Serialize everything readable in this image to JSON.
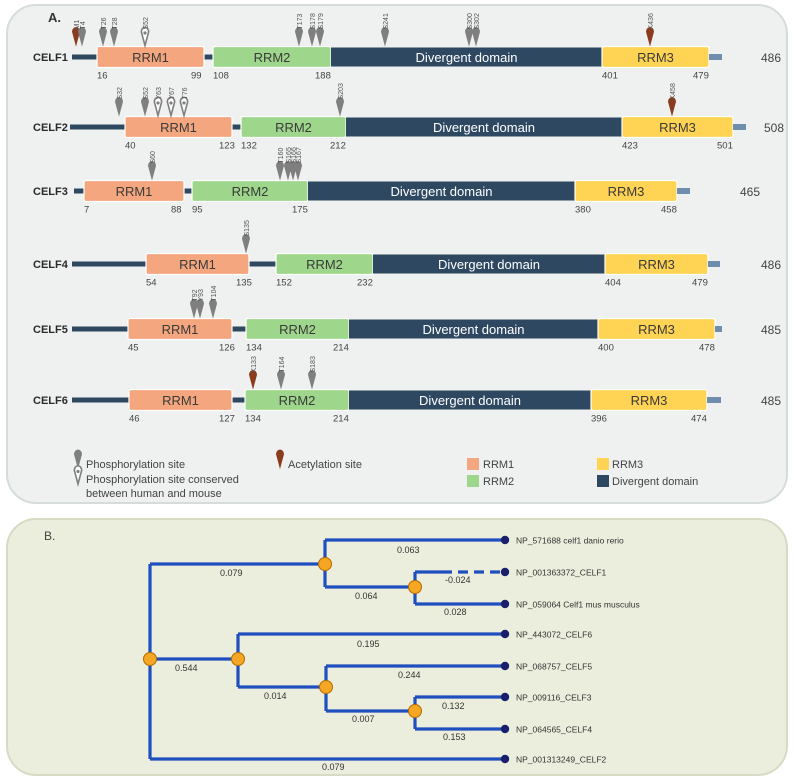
{
  "panelA": {
    "label": "A.",
    "domain_names": {
      "rrm1": "RRM1",
      "rrm2": "RRM2",
      "divergent": "Divergent domain",
      "rrm3": "RRM3"
    },
    "colors": {
      "rrm1": "#f4a67e",
      "rrm2": "#9ed78b",
      "divergent": "#2e4862",
      "rrm3": "#ffd454",
      "linker": "#2e4862",
      "tail": "#6f8daf",
      "phospho": "#7f7f7f",
      "acetyl": "#8b3b1e"
    },
    "proteins": [
      {
        "name": "CELF1",
        "length": "486",
        "domains": {
          "rrm1": [
            "16",
            "99"
          ],
          "rrm2": [
            "108",
            "188"
          ],
          "rrm3": [
            "401",
            "479"
          ]
        },
        "sites": [
          {
            "label": "M1",
            "type": "acetyl"
          },
          {
            "label": "T4",
            "type": "phospho"
          },
          {
            "label": "T26",
            "type": "phospho"
          },
          {
            "label": "T28",
            "type": "phospho"
          },
          {
            "label": "S52",
            "type": "conserved"
          },
          {
            "label": "T173",
            "type": "phospho"
          },
          {
            "label": "S178",
            "type": "phospho"
          },
          {
            "label": "S179",
            "type": "phospho"
          },
          {
            "label": "S241",
            "type": "phospho"
          },
          {
            "label": "S300",
            "type": "phospho"
          },
          {
            "label": "S302",
            "type": "phospho"
          },
          {
            "label": "K436",
            "type": "acetyl"
          }
        ]
      },
      {
        "name": "CELF2",
        "length": "508",
        "domains": {
          "rrm1": [
            "40",
            "123"
          ],
          "rrm2": [
            "132",
            "212"
          ],
          "rrm3": [
            "423",
            "501"
          ]
        },
        "sites": [
          {
            "label": "S32",
            "type": "phospho"
          },
          {
            "label": "S52",
            "type": "phospho"
          },
          {
            "label": "Y63",
            "type": "conserved"
          },
          {
            "label": "Y67",
            "type": "conserved"
          },
          {
            "label": "T76",
            "type": "conserved"
          },
          {
            "label": "S203",
            "type": "phospho"
          },
          {
            "label": "K458",
            "type": "acetyl"
          }
        ]
      },
      {
        "name": "CELF3",
        "length": "465",
        "domains": {
          "rrm1": [
            "7",
            "88"
          ],
          "rrm2": [
            "95",
            "175"
          ],
          "rrm3": [
            "380",
            "458"
          ]
        },
        "sites": [
          {
            "label": "S60",
            "type": "phospho"
          },
          {
            "label": "T160",
            "type": "phospho"
          },
          {
            "label": "S165",
            "type": "phospho"
          },
          {
            "label": "S166",
            "type": "phospho"
          },
          {
            "label": "S167",
            "type": "phospho"
          }
        ]
      },
      {
        "name": "CELF4",
        "length": "486",
        "domains": {
          "rrm1": [
            "54",
            "135"
          ],
          "rrm2": [
            "152",
            "232"
          ],
          "rrm3": [
            "404",
            "479"
          ]
        },
        "sites": [
          {
            "label": "S135",
            "type": "phospho"
          }
        ]
      },
      {
        "name": "CELF5",
        "length": "485",
        "domains": {
          "rrm1": [
            "45",
            "126"
          ],
          "rrm2": [
            "134",
            "214"
          ],
          "rrm3": [
            "400",
            "478"
          ]
        },
        "sites": [
          {
            "label": "T92",
            "type": "phospho"
          },
          {
            "label": "Y93",
            "type": "phospho"
          },
          {
            "label": "T104",
            "type": "phospho"
          }
        ]
      },
      {
        "name": "CELF6",
        "length": "485",
        "domains": {
          "rrm1": [
            "46",
            "127"
          ],
          "rrm2": [
            "134",
            "214"
          ],
          "rrm3": [
            "396",
            "474"
          ]
        },
        "sites": [
          {
            "label": "K133",
            "type": "acetyl"
          },
          {
            "label": "T164",
            "type": "phospho"
          },
          {
            "label": "S183",
            "type": "phospho"
          }
        ]
      }
    ],
    "legend": {
      "phospho": "Phosphorylation site",
      "conserved_line1": "Phosphorylation site conserved",
      "conserved_line2": "between human and mouse",
      "acetyl": "Acetylation site",
      "rrm1": "RRM1",
      "rrm2": "RRM2",
      "rrm3": "RRM3",
      "divergent": "Divergent domain"
    }
  },
  "panelB": {
    "label": "B.",
    "colors": {
      "branch": "#1f4fbf",
      "internal_node": "#f5a623",
      "leaf_node": "#1b1f6b"
    },
    "leaves": [
      {
        "name": "NP_571688 celf1 danio rerio",
        "branch": "0.063"
      },
      {
        "name": "NP_001363372_CELF1",
        "branch": "-0.024"
      },
      {
        "name": "NP_059064 Celf1 mus musculus",
        "branch": "0.028"
      },
      {
        "name": "NP_443072_CELF6",
        "branch": "0.195"
      },
      {
        "name": "NP_068757_CELF5",
        "branch": "0.244"
      },
      {
        "name": "NP_009116_CELF3",
        "branch": "0.132"
      },
      {
        "name": "NP_064565_CELF4",
        "branch": "0.153"
      },
      {
        "name": "NP_001313249_CELF2",
        "branch": "0.079"
      }
    ],
    "internal": {
      "celf1_clade": "0.079",
      "human_mouse": "0.064",
      "main_clade": "0.544",
      "celf5_34": "0.014",
      "celf3_4": "0.007"
    }
  }
}
